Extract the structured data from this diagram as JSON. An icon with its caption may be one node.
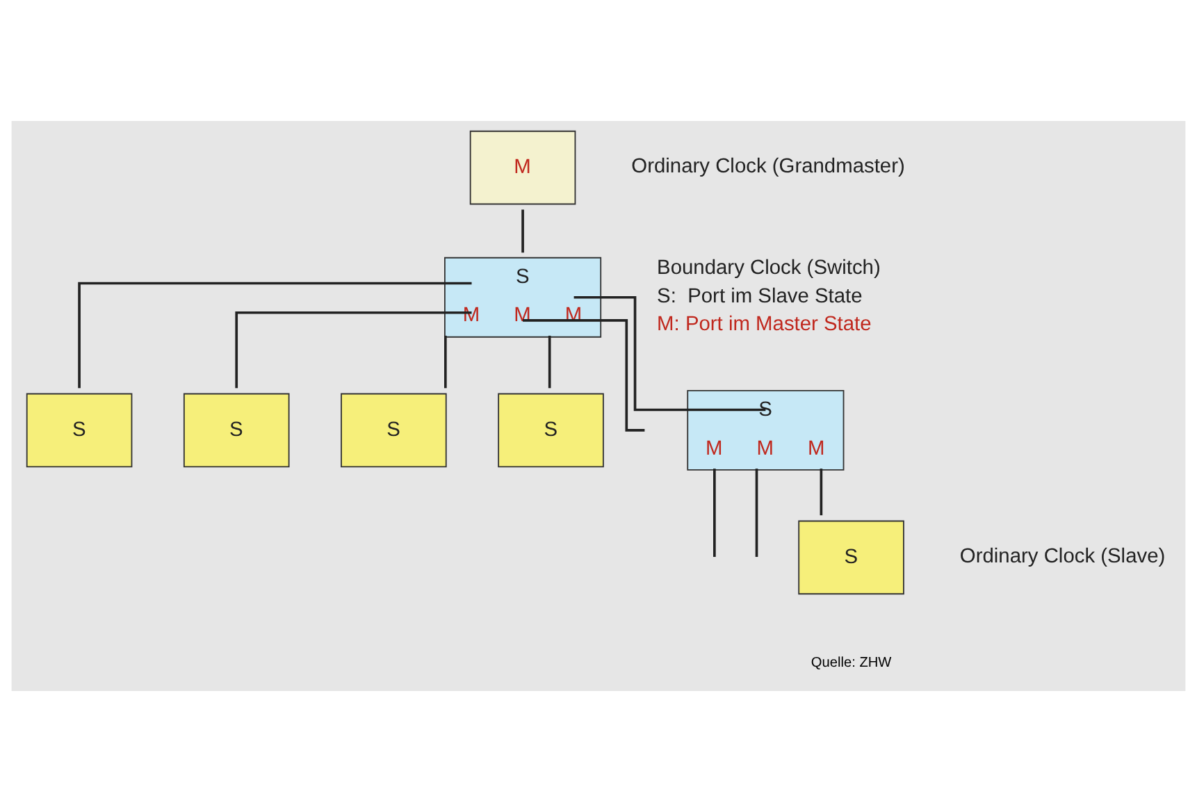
{
  "diagram": {
    "nodes": [
      {
        "text": [
          "M"
        ],
        "beside": [
          "Ordinary Clock (Grandmaster)"
        ]
      },
      {
        "text": [
          "S",
          "M",
          "M",
          "M"
        ],
        "beside": [
          "Boundary Clock (Switch)",
          "S:  Port im Slave State",
          "M: Port im Master State"
        ]
      },
      {
        "text": [
          "S"
        ]
      },
      {
        "text": [
          "S"
        ]
      },
      {
        "text": [
          "S"
        ]
      },
      {
        "text": [
          "S"
        ]
      },
      {
        "text": [
          "S",
          "M",
          "M",
          "M"
        ]
      },
      {
        "text": [
          "S"
        ],
        "beside": [
          "Ordinary Clock (Slave)"
        ]
      }
    ],
    "edges": [
      {
        "from": 0,
        "to": 1,
        "arrow": "none"
      },
      {
        "from": 1,
        "to": 2,
        "arrow": "none"
      },
      {
        "from": 1,
        "to": 3,
        "arrow": "none"
      },
      {
        "from": 1,
        "to": 4,
        "arrow": "none"
      },
      {
        "from": 1,
        "to": 5,
        "arrow": "none"
      },
      {
        "from": 1,
        "to": null,
        "arrow": "none"
      },
      {
        "from": 1,
        "to": 6,
        "arrow": "none"
      },
      {
        "from": 6,
        "to": null,
        "arrow": "none"
      },
      {
        "from": 6,
        "to": null,
        "arrow": "none"
      },
      {
        "from": 6,
        "to": 7,
        "arrow": "none"
      }
    ],
    "labels": [
      "Quelle: ZHW"
    ]
  }
}
